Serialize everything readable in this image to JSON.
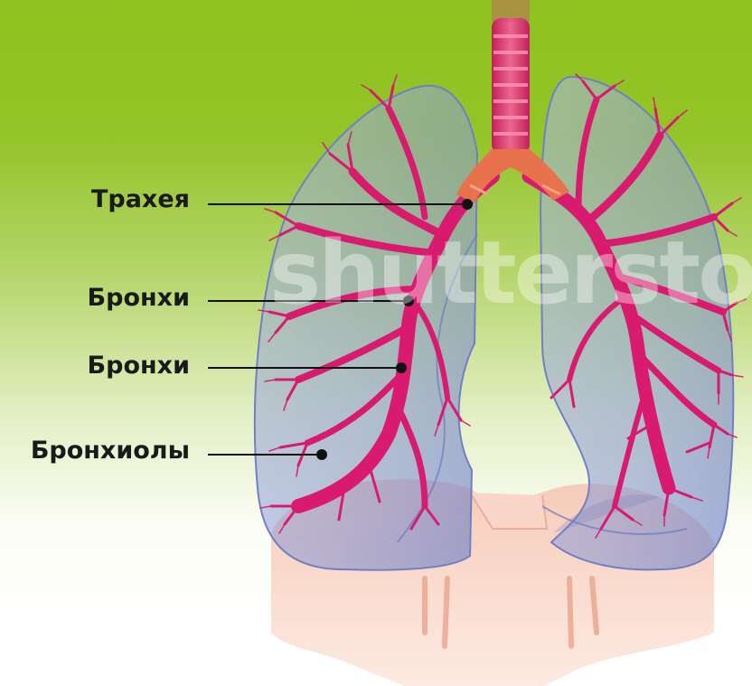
{
  "labels": {
    "trachea": "Трахея",
    "bronchi_primary": "Бронхи",
    "bronchi_secondary": "Бронхи",
    "bronchioles": "Бронхиолы"
  },
  "watermark": "shutterstock",
  "colors": {
    "background_top": "#8fc21f",
    "background_bottom": "#ffffff",
    "lung": "#7c8fce",
    "airways": "#d81b6e",
    "trachea_rings": "#e8457a",
    "trachea_cartilage": "#e8724c",
    "diaphragm": "#f3b9a6",
    "leader_line": "#111111"
  }
}
